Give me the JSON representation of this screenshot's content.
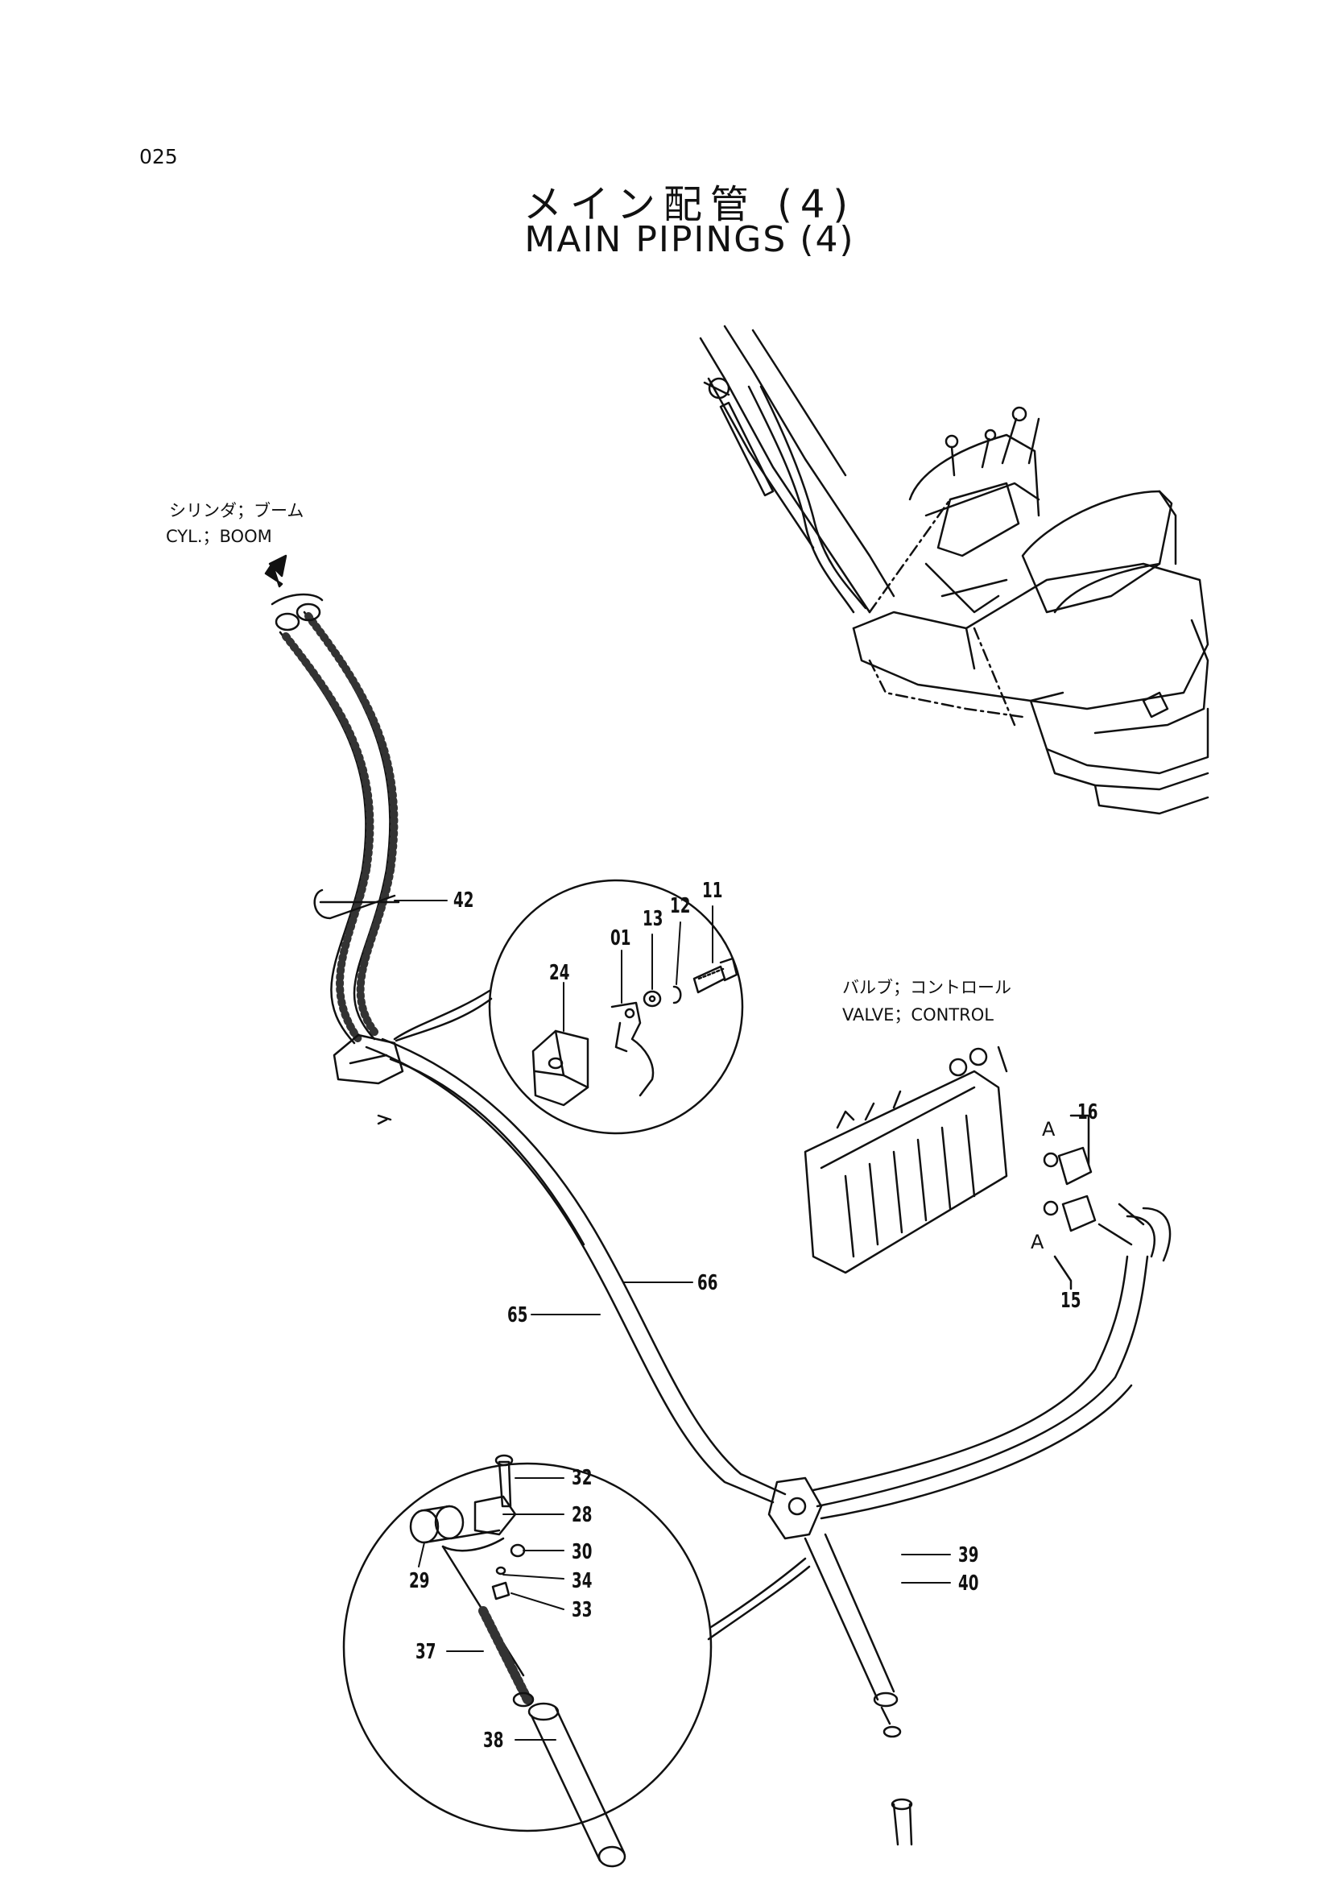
{
  "page_number": "025",
  "title_jp": "メイン配管 (4)",
  "title_en": "MAIN PIPINGS (4)",
  "callouts": {
    "cylinder_jp": "シリンダ；ブーム",
    "cylinder_en": "CYL.；BOOM",
    "valve_jp": "バルブ；コントロール",
    "valve_en": "VALVE；CONTROL",
    "port_a_upper": "A",
    "port_a_lower": "A"
  },
  "parts": {
    "p01": "01",
    "p11": "11",
    "p12": "12",
    "p13": "13",
    "p15": "15",
    "p16": "16",
    "p24": "24",
    "p28": "28",
    "p29": "29",
    "p30": "30",
    "p32": "32",
    "p33": "33",
    "p34": "34",
    "p37": "37",
    "p38": "38",
    "p39": "39",
    "p40": "40",
    "p42": "42",
    "p65": "65",
    "p66": "66"
  },
  "colors": {
    "ink": "#111111",
    "paper": "#ffffff"
  }
}
